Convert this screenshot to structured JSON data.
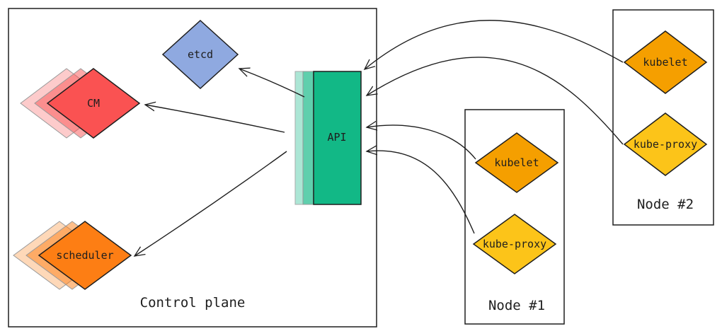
{
  "control_plane": {
    "label": "Control plane",
    "components": {
      "etcd": "etcd",
      "cm": "CM",
      "scheduler": "scheduler",
      "api": "API"
    }
  },
  "nodes": [
    {
      "label": "Node #1",
      "kubelet": "kubelet",
      "kube_proxy": "kube-proxy"
    },
    {
      "label": "Node #2",
      "kubelet": "kubelet",
      "kube_proxy": "kube-proxy"
    }
  ],
  "colors": {
    "etcd": "#8fa9e0",
    "cm": "#fa5252",
    "scheduler": "#fd7e14",
    "api": "#12b886",
    "kubelet": "#f59f00",
    "kube_proxy": "#fcc419"
  }
}
